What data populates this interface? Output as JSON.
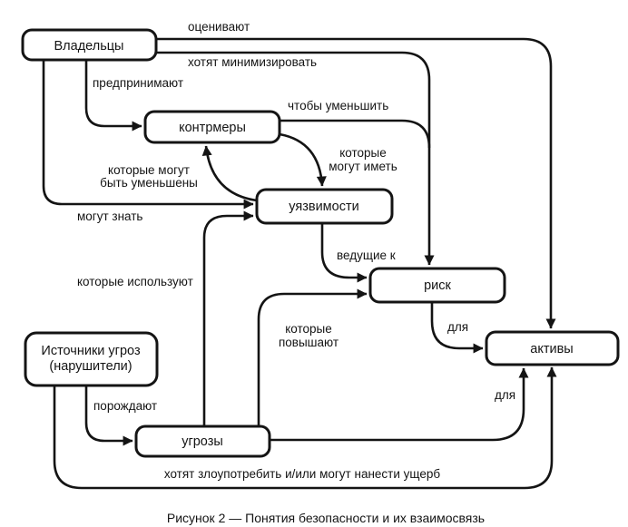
{
  "diagram": {
    "caption": "Рисунок 2 — Понятия безопасности и их взаимосвязь",
    "colors": {
      "ink": "#141414",
      "paper": "#ffffff"
    },
    "nodes": {
      "owners": {
        "label": "Владельцы"
      },
      "countermeasures": {
        "label": "контрмеры"
      },
      "vulnerabilities": {
        "label": "уязвимости"
      },
      "risk": {
        "label": "риск"
      },
      "threat_sources": {
        "label_line1": "Источники угроз",
        "label_line2": "(нарушители)"
      },
      "threats": {
        "label": "угрозы"
      },
      "assets": {
        "label": "активы"
      }
    },
    "edges": {
      "owners_assets": {
        "label": "оценивают"
      },
      "owners_risk": {
        "label": "хотят минимизировать"
      },
      "owners_countermeasures": {
        "label": "предпринимают"
      },
      "countermeasures_risk": {
        "label": "чтобы уменьшить"
      },
      "countermeasures_vulnerabilities": {
        "label_line1": "которые",
        "label_line2": "могут иметь"
      },
      "vulnerabilities_countermeasures": {
        "label_line1": "которые могут",
        "label_line2": "быть уменьшены"
      },
      "owners_vulnerabilities": {
        "label": "могут знать"
      },
      "vulnerabilities_risk": {
        "label": "ведущие к"
      },
      "threats_vulnerabilities": {
        "label": "которые используют"
      },
      "threats_risk": {
        "label_line1": "которые",
        "label_line2": "повышают"
      },
      "threat_sources_threats": {
        "label": "порождают"
      },
      "risk_assets": {
        "label": "для"
      },
      "threats_assets": {
        "label": "для"
      },
      "threat_sources_assets": {
        "label": "хотят злоупотребить и/или могут нанести ущерб"
      }
    }
  }
}
